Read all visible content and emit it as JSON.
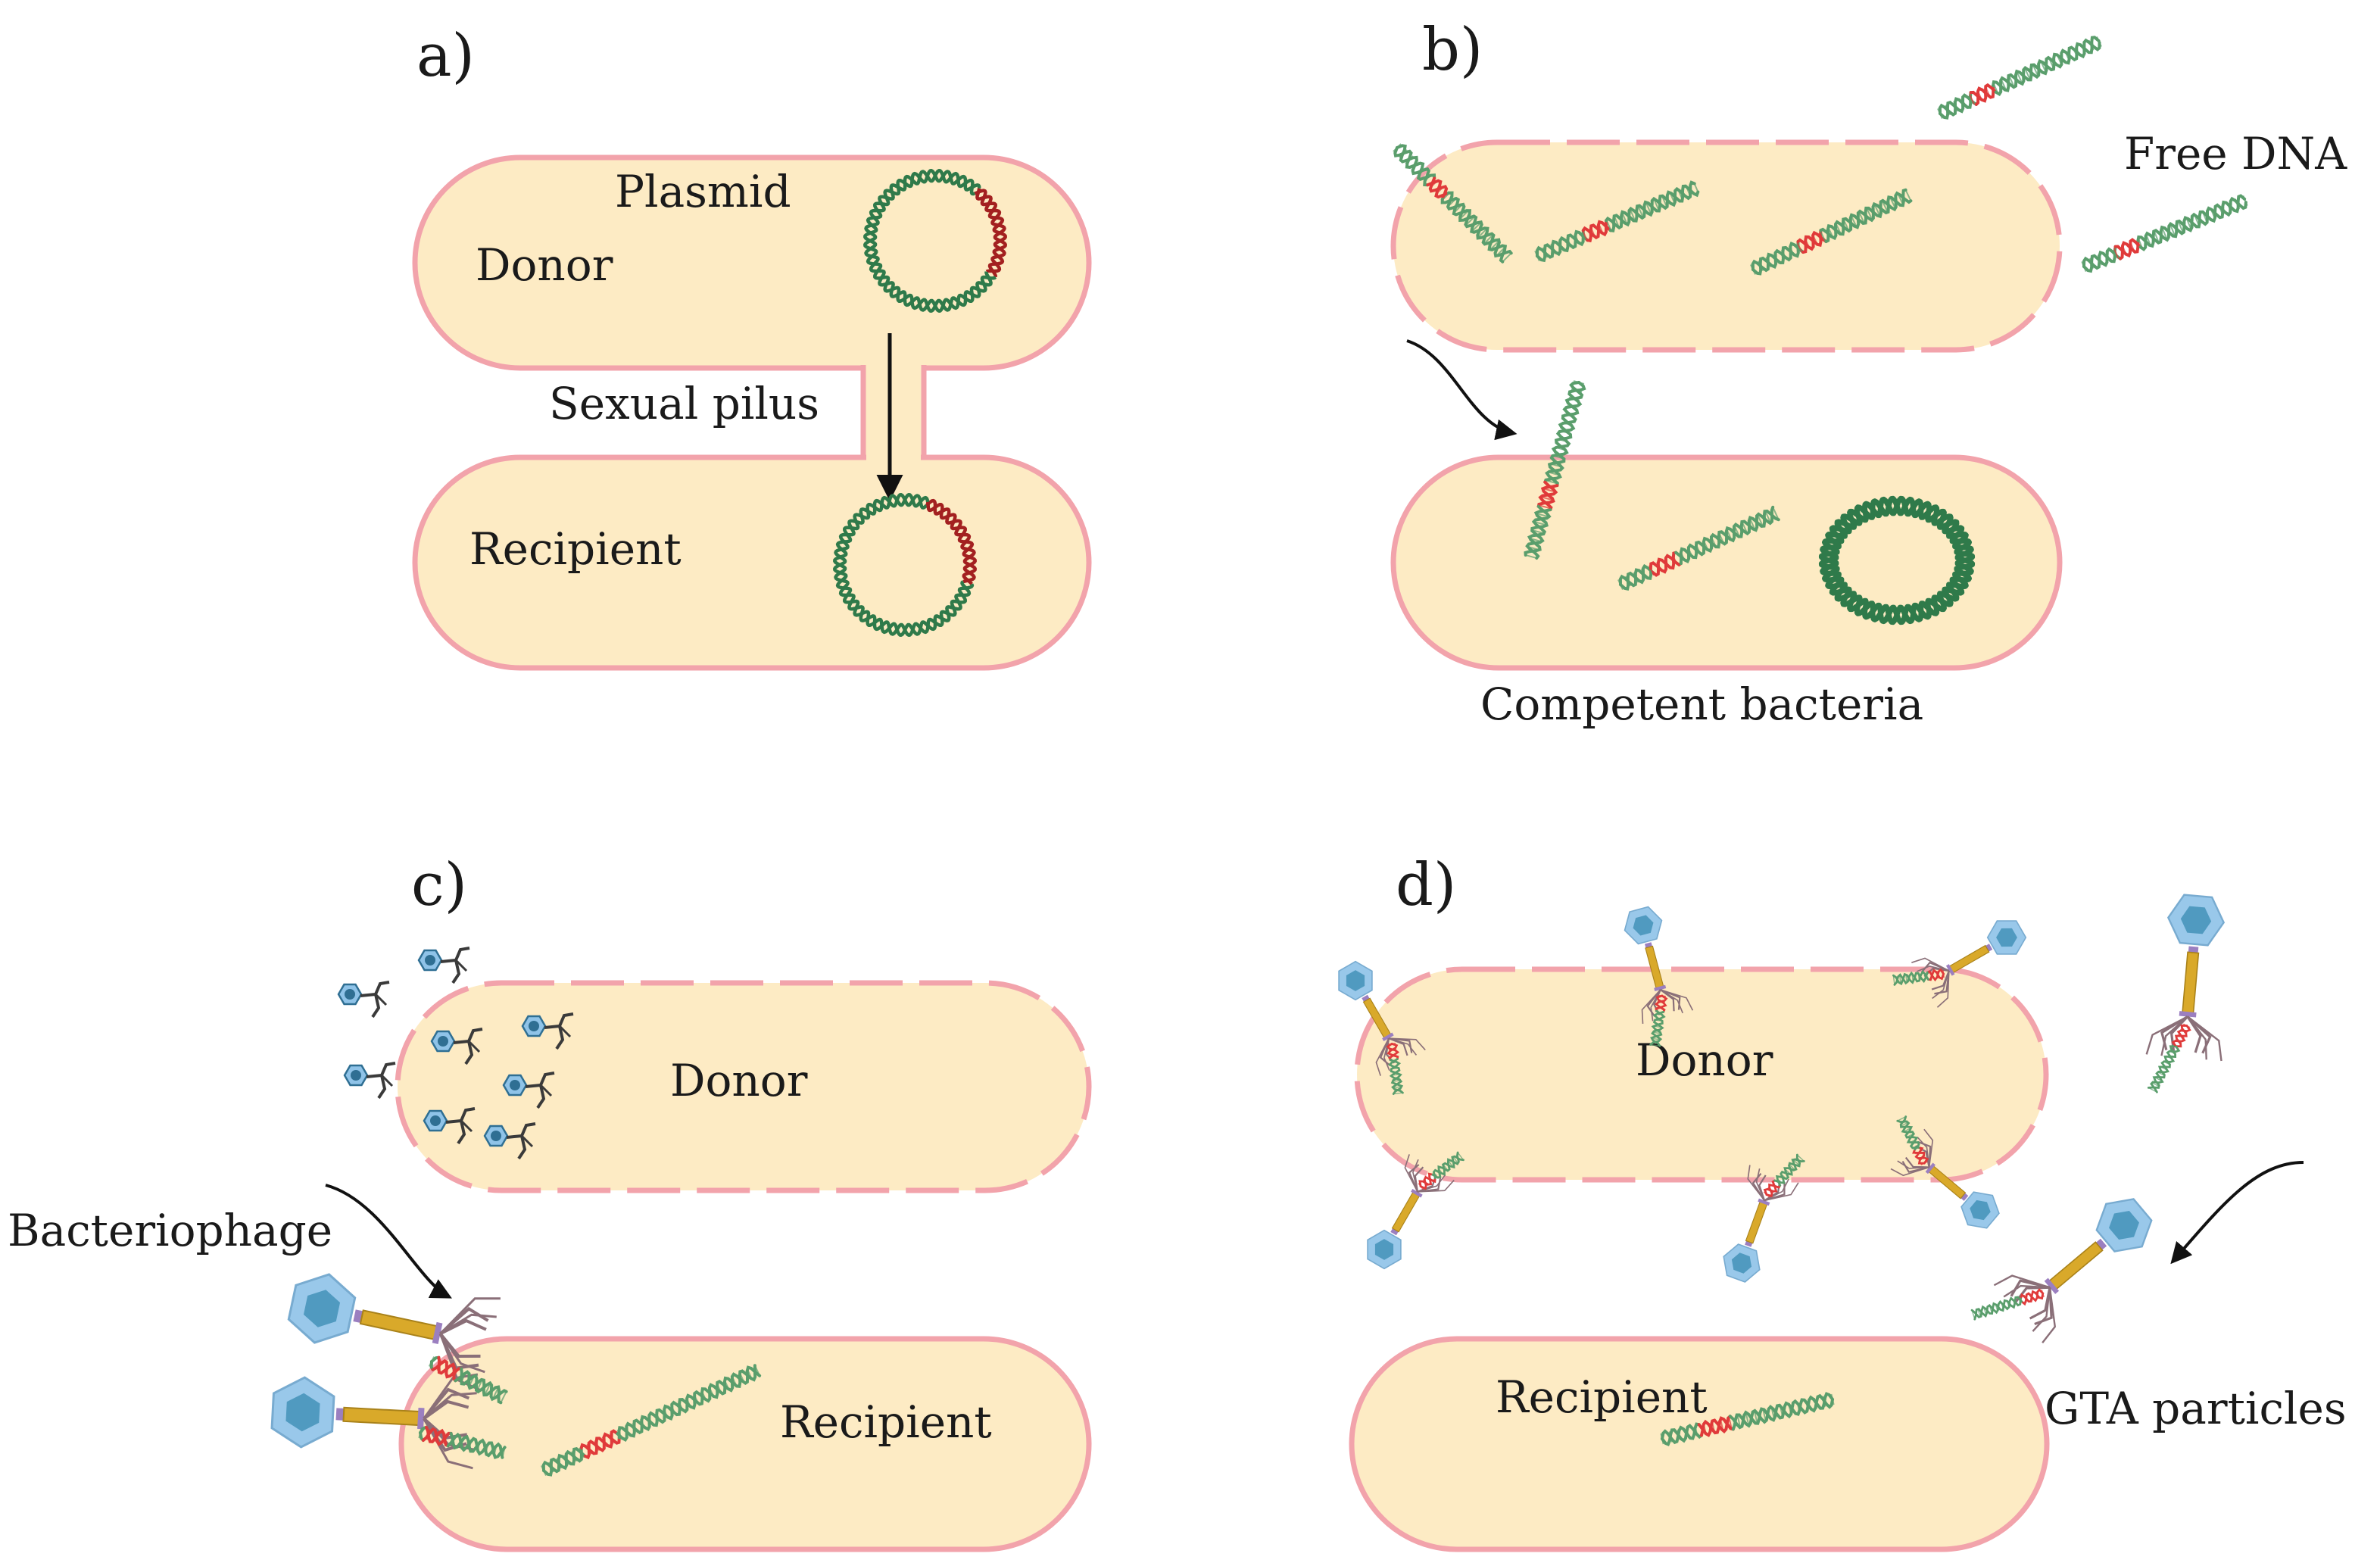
{
  "panels": {
    "a": {
      "label": "a)",
      "plasmid": "Plasmid",
      "donor": "Donor",
      "pilus": "Sexual pilus",
      "recipient": "Recipient"
    },
    "b": {
      "label": "b)",
      "free_dna": "Free DNA",
      "competent": "Competent bacteria"
    },
    "c": {
      "label": "c)",
      "donor": "Donor",
      "bacteriophage": "Bacteriophage",
      "recipient": "Recipient"
    },
    "d": {
      "label": "d)",
      "donor": "Donor",
      "recipient": "Recipient",
      "gta": "GTA particles"
    }
  },
  "colors": {
    "cell_fill": "#fdebc4",
    "cell_membrane": "#f2a3ab",
    "dna_green": "#5a9e6c",
    "dna_red": "#e03a3a",
    "plasmid_green": "#2f7a4a",
    "plasmid_red": "#a32020",
    "phage_head": "#8fc3e8",
    "phage_tail": "#d9a92a",
    "phage_legs": "#8a6f78"
  }
}
